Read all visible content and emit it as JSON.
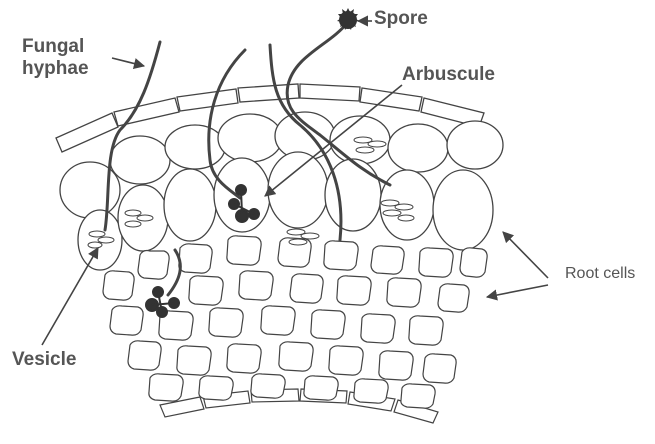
{
  "labels": {
    "fungal_hyphae_line1": "Fungal",
    "fungal_hyphae_line2": "hyphae",
    "spore": "Spore",
    "arbuscule": "Arbuscule",
    "root_cells": "Root cells",
    "vesicle": "Vesicle"
  },
  "colors": {
    "label_text": "#555555",
    "outline": "#444444",
    "arbuscule_fill": "#333333",
    "background": "#ffffff"
  }
}
